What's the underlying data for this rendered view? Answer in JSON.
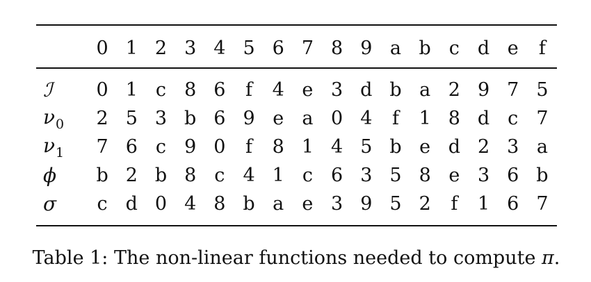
{
  "table": {
    "header_cells": [
      "0",
      "1",
      "2",
      "3",
      "4",
      "5",
      "6",
      "7",
      "8",
      "9",
      "a",
      "b",
      "c",
      "d",
      "e",
      "f"
    ],
    "rows": [
      {
        "label": "ℐ",
        "subscript": "",
        "cells": [
          "0",
          "1",
          "c",
          "8",
          "6",
          "f",
          "4",
          "e",
          "3",
          "d",
          "b",
          "a",
          "2",
          "9",
          "7",
          "5"
        ]
      },
      {
        "label": "ν",
        "subscript": "0",
        "cells": [
          "2",
          "5",
          "3",
          "b",
          "6",
          "9",
          "e",
          "a",
          "0",
          "4",
          "f",
          "1",
          "8",
          "d",
          "c",
          "7"
        ]
      },
      {
        "label": "ν",
        "subscript": "1",
        "cells": [
          "7",
          "6",
          "c",
          "9",
          "0",
          "f",
          "8",
          "1",
          "4",
          "5",
          "b",
          "e",
          "d",
          "2",
          "3",
          "a"
        ]
      },
      {
        "label": "ϕ",
        "subscript": "",
        "cells": [
          "b",
          "2",
          "b",
          "8",
          "c",
          "4",
          "1",
          "c",
          "6",
          "3",
          "5",
          "8",
          "e",
          "3",
          "6",
          "b"
        ]
      },
      {
        "label": "σ",
        "subscript": "",
        "cells": [
          "c",
          "d",
          "0",
          "4",
          "8",
          "b",
          "a",
          "e",
          "3",
          "9",
          "5",
          "2",
          "f",
          "1",
          "6",
          "7"
        ]
      }
    ]
  },
  "caption": {
    "text": "Table 1: The non-linear functions needed to compute ",
    "math": "π",
    "end": "."
  }
}
